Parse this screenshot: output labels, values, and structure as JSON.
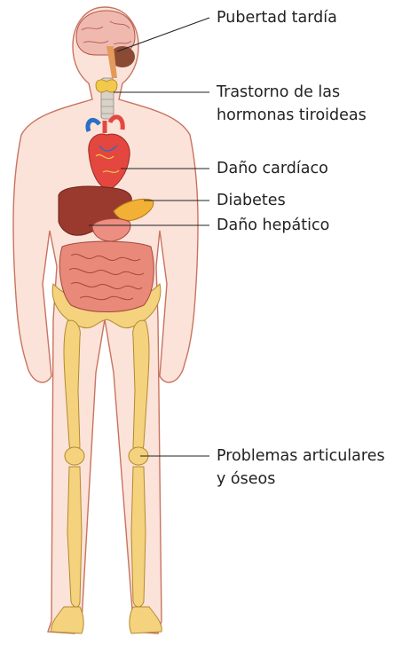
{
  "labels": {
    "puberty": "Pubertad tardía",
    "thyroid_line1": "Trastorno de las",
    "thyroid_line2": "hormonas tiroideas",
    "heart": "Daño cardíaco",
    "diabetes": "Diabetes",
    "liver": "Daño hepático",
    "bones_line1": "Problemas articulares",
    "bones_line2": "y óseos"
  },
  "colors": {
    "skin_fill": "#fbe3d9",
    "skin_outline": "#c9735f",
    "bone": "#f4d27e",
    "liver": "#9a3a2e",
    "intestine": "#e9897a",
    "heart": "#e4473f",
    "artery_blue": "#2a6fc4",
    "pancreas": "#f2b135",
    "leader_line": "#222222"
  }
}
